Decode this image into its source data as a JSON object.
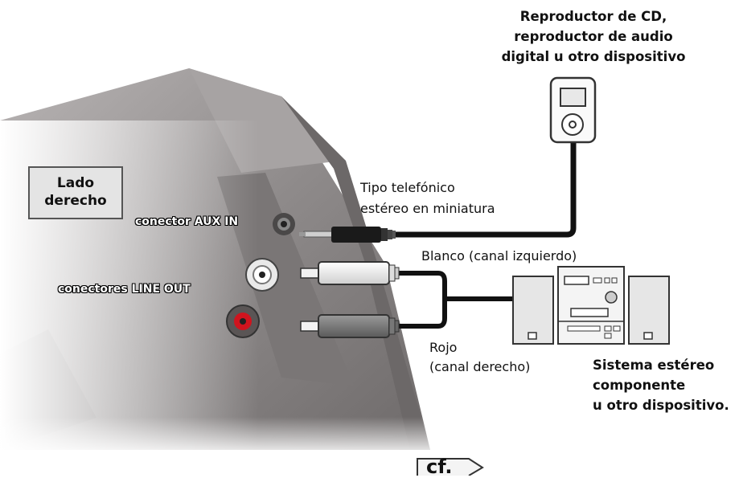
{
  "side_label": {
    "line1": "Lado",
    "line2": "derecho"
  },
  "jacks": {
    "aux_in": "conector AUX IN",
    "line_out": "conectores LINE OUT"
  },
  "source_device": {
    "line1": "Reproductor de CD,",
    "line2": "reproductor de audio",
    "line3": "digital u otro dispositivo"
  },
  "plug_type": {
    "line1": "Tipo telefónico",
    "line2": "estéreo en miniatura"
  },
  "cables": {
    "white": "Blanco (canal izquierdo)",
    "red_line1": "Rojo",
    "red_line2": "(canal derecho)"
  },
  "stereo_system": {
    "line1": "Sistema estéreo",
    "line2": "componente",
    "line3": "u otro dispositivo."
  },
  "reference_tab": "cf.",
  "colors": {
    "device_gray": "#8a8686",
    "cable_black": "#111111",
    "red_jack": "#d0141e",
    "box_fill": "#e4e4e4"
  }
}
